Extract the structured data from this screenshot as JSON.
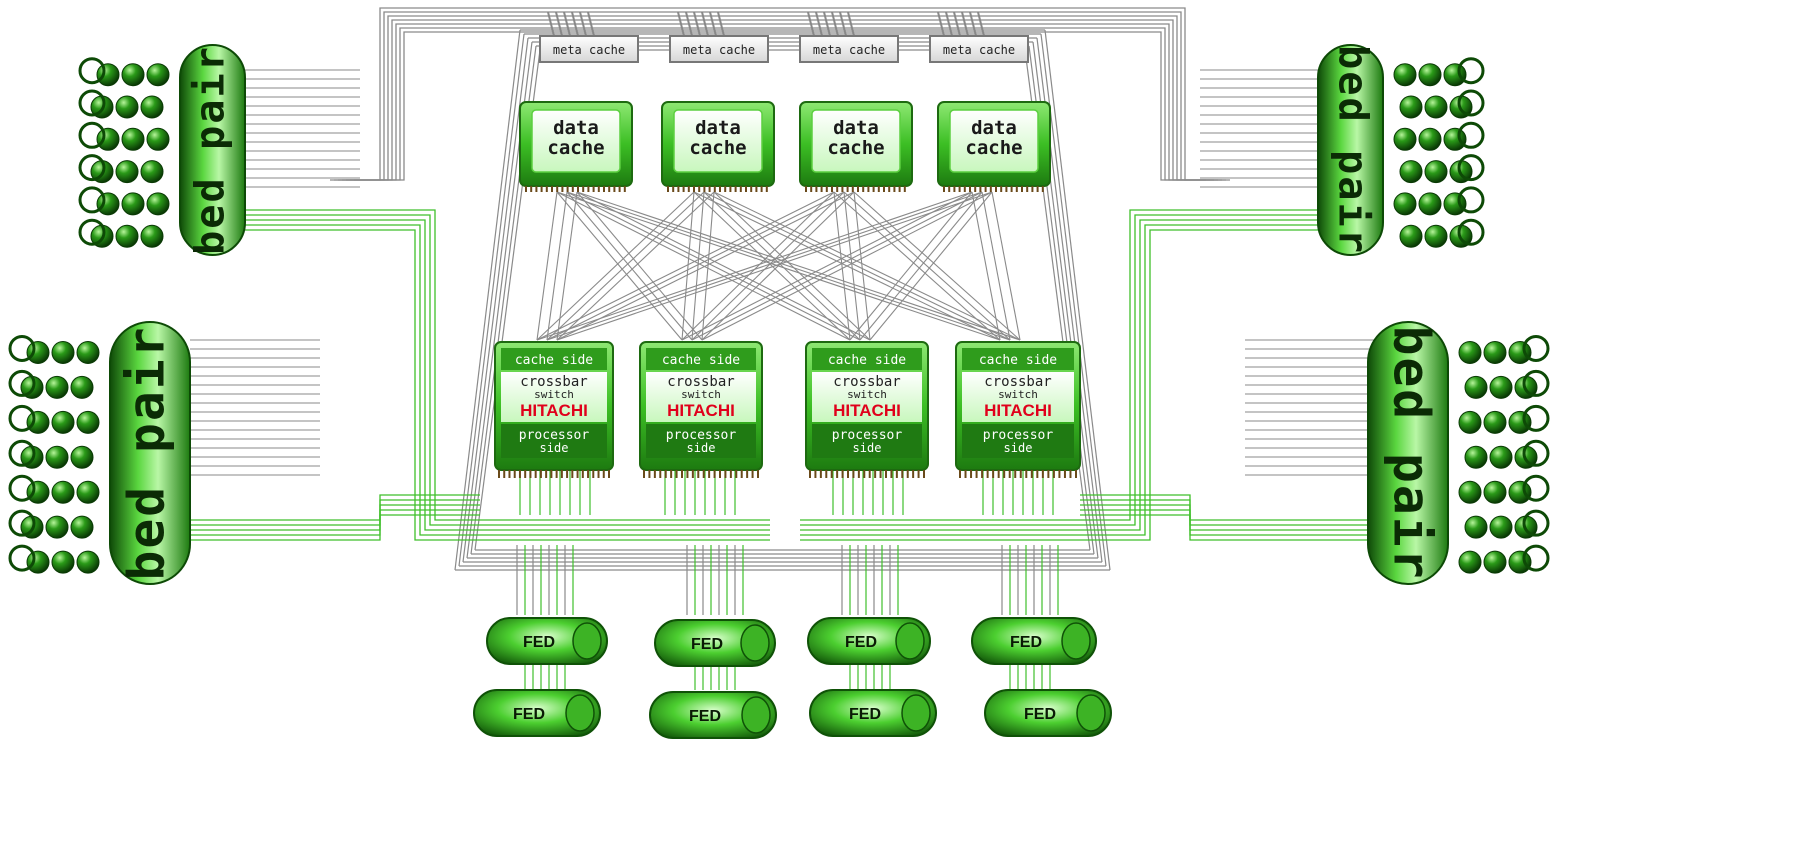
{
  "colors": {
    "green_dark": "#1f7a12",
    "green_mid": "#3fbf2a",
    "green_light": "#b8f7a8",
    "wire_gray": "#8a8a8a",
    "hitachi_red": "#e0001b"
  },
  "bed_pairs": [
    {
      "label": "bed pair"
    },
    {
      "label": "bed pair"
    },
    {
      "label": "bed pair"
    },
    {
      "label": "bed pair"
    }
  ],
  "meta_caches": [
    {
      "label": "meta cache"
    },
    {
      "label": "meta cache"
    },
    {
      "label": "meta cache"
    },
    {
      "label": "meta cache"
    }
  ],
  "data_caches": [
    {
      "line1": "data",
      "line2": "cache"
    },
    {
      "line1": "data",
      "line2": "cache"
    },
    {
      "line1": "data",
      "line2": "cache"
    },
    {
      "line1": "data",
      "line2": "cache"
    }
  ],
  "crossbar_switches": [
    {
      "top": "cache side",
      "title1": "crossbar",
      "title2": "switch",
      "brand": "HITACHI",
      "bottom1": "processor",
      "bottom2": "side"
    },
    {
      "top": "cache side",
      "title1": "crossbar",
      "title2": "switch",
      "brand": "HITACHI",
      "bottom1": "processor",
      "bottom2": "side"
    },
    {
      "top": "cache side",
      "title1": "crossbar",
      "title2": "switch",
      "brand": "HITACHI",
      "bottom1": "processor",
      "bottom2": "side"
    },
    {
      "top": "cache side",
      "title1": "crossbar",
      "title2": "switch",
      "brand": "HITACHI",
      "bottom1": "processor",
      "bottom2": "side"
    }
  ],
  "feds": [
    {
      "label": "FED"
    },
    {
      "label": "FED"
    },
    {
      "label": "FED"
    },
    {
      "label": "FED"
    },
    {
      "label": "FED"
    },
    {
      "label": "FED"
    },
    {
      "label": "FED"
    },
    {
      "label": "FED"
    }
  ]
}
